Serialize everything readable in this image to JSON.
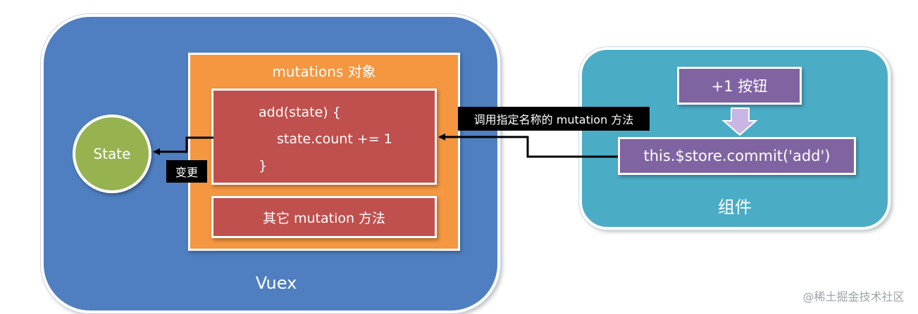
{
  "vuex": {
    "label": "Vuex"
  },
  "state": {
    "label": "State"
  },
  "mutations": {
    "title": "mutations 对象",
    "add_fn": {
      "line1": "add(state) {",
      "line2": "state.count += 1",
      "line3": "}"
    },
    "other": "其它 mutation 方法"
  },
  "labels": {
    "change": "变更",
    "call": "调用指定名称的 mutation 方法"
  },
  "component": {
    "label": "组件",
    "button": "+1 按钮",
    "commit": "this.$store.commit('add')"
  },
  "watermark": "@稀土掘金技术社区",
  "colors": {
    "vuex_panel": "#4f7fc0",
    "state_circle": "#97b350",
    "mutations_object": "#f59640",
    "mutation_method": "#c0504d",
    "component_panel": "#4bacc6",
    "component_item": "#8064a2",
    "down_arrow": "#c9b6e4",
    "connector": "#000000"
  }
}
